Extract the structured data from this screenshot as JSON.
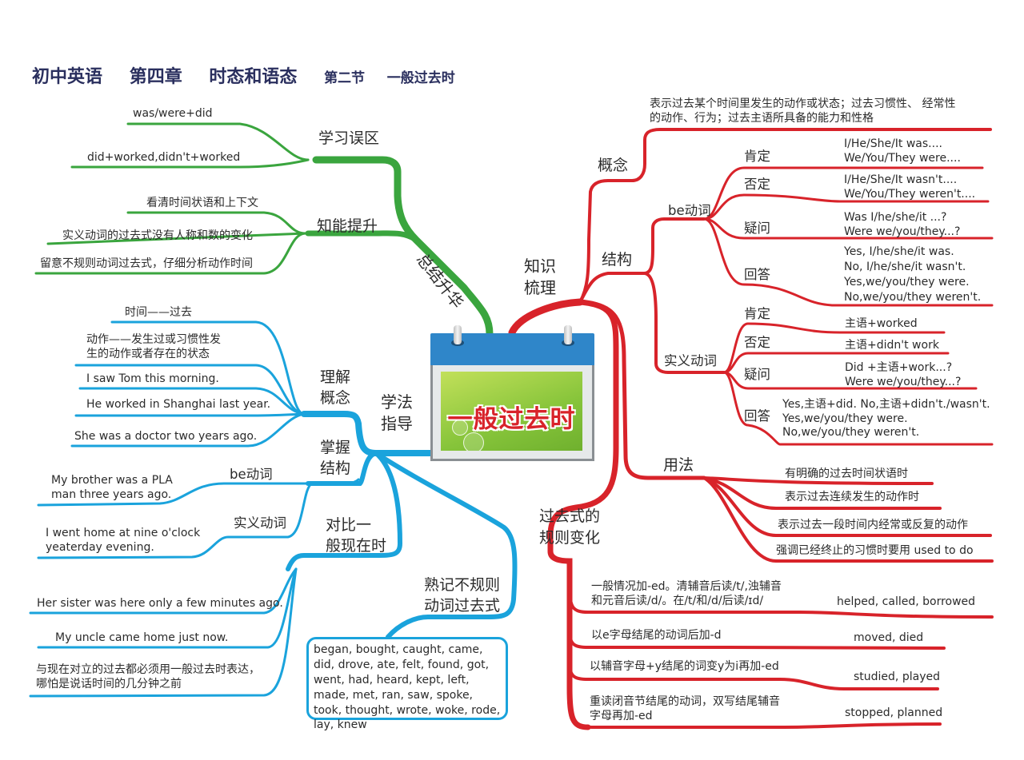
{
  "header": {
    "course": "初中英语",
    "chapter": "第四章",
    "topic": "时态和语态",
    "section": "第二节",
    "lesson": "一般过去时"
  },
  "center": {
    "label": "一般过去时",
    "icon": "calendar-icon"
  },
  "colors": {
    "green_branch": "#3aa53e",
    "red_branch": "#d8232a",
    "blue_branch": "#1aa3dc",
    "title": "#2a2f5e"
  },
  "summary": {
    "label": "总结升华",
    "mistakes": {
      "label": "学习误区",
      "items": [
        "was/were+did",
        "did+worked,didn't+worked"
      ]
    },
    "improve": {
      "label": "知能提升",
      "items": [
        "看清时间状语和上下文",
        "实义动词的过去式没有人称和数的变化",
        "留意不规则动词过去式，仔细分析动作时间"
      ]
    }
  },
  "knowledge": {
    "label_line1": "知识",
    "label_line2": "梳理",
    "concept": {
      "label": "概念",
      "text_line1": "表示过去某个时间里发生的动作或状态；过去习惯性、 经常性",
      "text_line2": "的动作、行为；过去主语所具备的能力和性格"
    },
    "structure": {
      "label": "结构",
      "be_verb": {
        "label": "be动词",
        "rows": [
          {
            "label": "肯定",
            "lines": [
              "I/He/She/It was....",
              "We/You/They were...."
            ]
          },
          {
            "label": "否定",
            "lines": [
              "I/He/She/It wasn't....",
              "We/You/They weren't...."
            ]
          },
          {
            "label": "疑问",
            "lines": [
              "Was I/he/she/it ...?",
              "Were we/you/they...?"
            ]
          },
          {
            "label": "回答",
            "lines": [
              "Yes, I/he/she/it was.",
              "No, I/he/she/it wasn't.",
              "Yes,we/you/they were.",
              "No,we/you/they weren't."
            ]
          }
        ]
      },
      "notional_verb": {
        "label": "实义动词",
        "rows": [
          {
            "label": "肯定",
            "lines": [
              "主语+worked"
            ]
          },
          {
            "label": "否定",
            "lines": [
              "主语+didn't work"
            ]
          },
          {
            "label": "疑问",
            "lines": [
              "Did +主语+work...?",
              "Were we/you/they...?"
            ]
          },
          {
            "label": "回答",
            "lines": [
              "Yes,主语+did. No,主语+didn't./wasn't.",
              "Yes,we/you/they were.",
              "No,we/you/they weren't."
            ]
          }
        ]
      }
    },
    "usage": {
      "label": "用法",
      "items": [
        "有明确的过去时间状语时",
        "表示过去连续发生的动作时",
        "表示过去一段时间内经常或反复的动作",
        "强调已经终止的习惯时要用 used to do"
      ]
    },
    "regular": {
      "label_line1": "过去式的",
      "label_line2": "规则变化",
      "rules": [
        {
          "lines": [
            "一般情况加-ed。清辅音后读/t/,浊辅音",
            "和元音后读/d/。在/t/和/d/后读/ɪd/"
          ],
          "example": "helped, called, borrowed"
        },
        {
          "lines": [
            "以e字母结尾的动词后加-d"
          ],
          "example": "moved, died"
        },
        {
          "lines": [
            "以辅音字母+y结尾的词变y为i再加-ed"
          ],
          "example": "studied, played"
        },
        {
          "lines": [
            "重读闭音节结尾的动词，双写结尾辅音",
            "字母再加-ed"
          ],
          "example": "stopped, planned"
        }
      ]
    }
  },
  "method": {
    "label_line1": "学法",
    "label_line2": "指导",
    "understand": {
      "label_line1": "理解",
      "label_line2": "概念",
      "items": [
        "时间——过去",
        "动作——发生过或习惯性发",
        "生的动作或者存在的状态",
        "I saw Tom this morning.",
        "He worked in Shanghai last year.",
        "She was a doctor two years ago."
      ]
    },
    "structure": {
      "label_line1": "掌握",
      "label_line2": "结构",
      "be_verb": {
        "label": "be动词",
        "lines": [
          "My brother was a PLA",
          "man three years ago."
        ]
      },
      "notional_verb": {
        "label": "实义动词",
        "lines": [
          "I went home at nine o'clock",
          "yeaterday evening."
        ]
      }
    },
    "contrast": {
      "label_line1": "对比一",
      "label_line2": "般现在时",
      "items": [
        "Her sister was here only a few minutes ago.",
        "My uncle came home just now.",
        "与现在对立的过去都必须用一般过去时表达，",
        "哪怕是说话时间的几分钟之前"
      ]
    },
    "irregular": {
      "label_line1": "熟记不规则",
      "label_line2": "动词过去式",
      "list": "began, bought, caught, came, did, drove, ate, felt, found, got, went, had, heard, kept, left, made, met, ran, saw, spoke, took, thought, wrote, woke, rode, lay, knew"
    }
  }
}
